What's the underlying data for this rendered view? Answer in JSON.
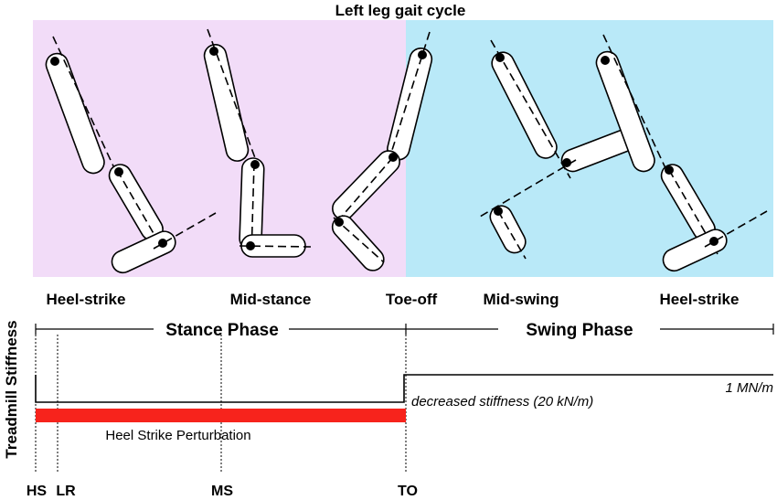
{
  "title": "Left leg gait cycle",
  "colors": {
    "stance_bg": "#f2dcf8",
    "swing_bg": "#b9e9f8",
    "perturbation": "#f7231c"
  },
  "phase_labels": [
    "Heel-strike",
    "Mid-stance",
    "Toe-off",
    "Mid-swing",
    "Heel-strike"
  ],
  "stance_phase": "Stance Phase",
  "swing_phase": "Swing Phase",
  "y_axis_label": "Treadmill Stiffness",
  "stiffness_high": "1 MN/m",
  "stiffness_low": "decreased stiffness (20 kN/m)",
  "perturbation_label": "Heel Strike Perturbation",
  "events": [
    "HS",
    "LR",
    "MS",
    "TO"
  ]
}
